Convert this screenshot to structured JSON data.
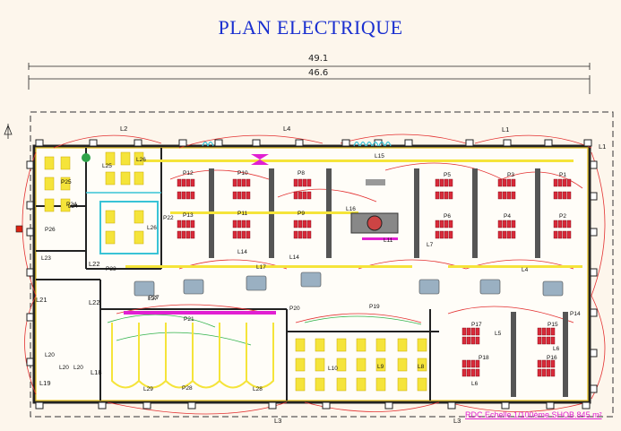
{
  "title": "PLAN ELECTRIQUE",
  "dimensions": {
    "overall": "49.1",
    "inner": "46.6"
  },
  "scale_note": "RDC Echelle 1/100ème  SHOB.845 m²",
  "circuit_labels": {
    "top": [
      "L2",
      "L4",
      "L1",
      "L1"
    ],
    "bottom": [
      "L3",
      "L3"
    ],
    "left": [
      "L22",
      "L22",
      "L21",
      "L19",
      "L18"
    ],
    "interior": [
      "L15",
      "L16",
      "L11",
      "L7",
      "L14",
      "L14",
      "L17",
      "L27",
      "L29",
      "L28",
      "L10",
      "L9",
      "L8",
      "L5",
      "L4",
      "L6",
      "L6",
      "L24",
      "L25",
      "L26",
      "L26",
      "L23",
      "L20",
      "L20",
      "L20"
    ]
  },
  "zone_labels": [
    "P25",
    "P24",
    "P26",
    "P22",
    "P23",
    "P12",
    "P10",
    "P8",
    "P13",
    "P11",
    "P9",
    "P5",
    "P3",
    "P1",
    "P6",
    "P4",
    "P2",
    "P21",
    "P20",
    "P19",
    "P17",
    "P15",
    "P18",
    "P16",
    "P14",
    "P27",
    "P28"
  ],
  "colors": {
    "title": "#1a2fd0",
    "wall": "#222222",
    "circuit": "#e33030",
    "fixture": "#f5e43a",
    "desk": "#d92b3a",
    "accent": "#e11fd2",
    "cyan": "#39c3d6"
  }
}
